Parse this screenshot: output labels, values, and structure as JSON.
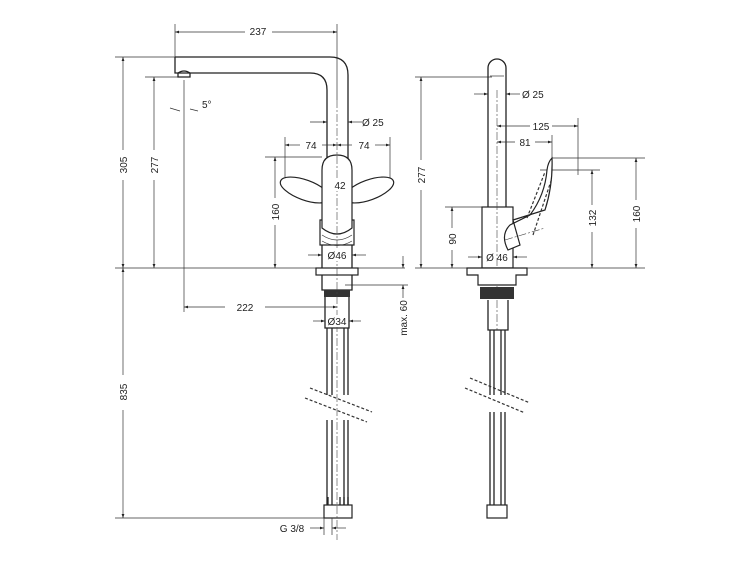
{
  "front_view": {
    "spout_reach": "237",
    "total_height": "305",
    "spout_height": "277",
    "spray_angle": "5°",
    "spout_diameter": "Ø 25",
    "lever_left": "74",
    "lever_right": "74",
    "lever_height": "160",
    "handle_width": "42",
    "body_diameter": "Ø46",
    "spout_offset": "222",
    "shank_diameter": "Ø34",
    "max_deck": "max. 60",
    "hose_length": "835",
    "connection": "G 3/8"
  },
  "side_view": {
    "spout_height": "277",
    "spout_diameter": "Ø 25",
    "lever_reach_max": "125",
    "lever_reach": "81",
    "body_height": "90",
    "body_diameter": "Ø 46",
    "lever_tip_height": "132",
    "lever_height": "160"
  }
}
